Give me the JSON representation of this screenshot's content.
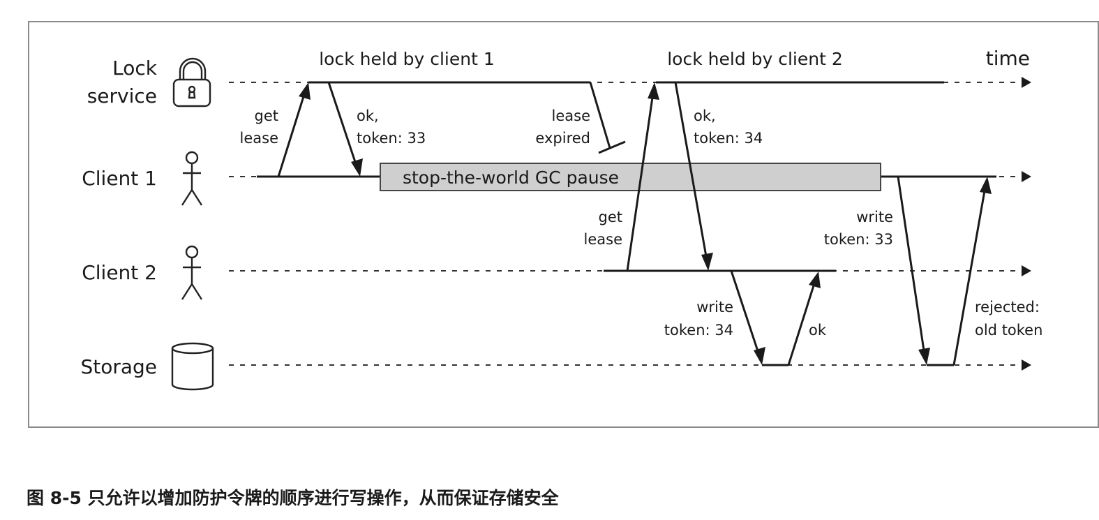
{
  "lanes": {
    "lock_line1": "Lock",
    "lock_line2": "service",
    "client1": "Client 1",
    "client2": "Client 2",
    "storage": "Storage"
  },
  "time_label": "time",
  "periods": {
    "client1": "lock held by client 1",
    "client2": "lock held by client 2"
  },
  "gc_pause": "stop-the-world GC pause",
  "messages": {
    "get_lease_1": [
      "get",
      "lease"
    ],
    "ok_token_33": [
      "ok,",
      "token: 33"
    ],
    "lease_expired": [
      "lease",
      "expired"
    ],
    "ok_token_34": [
      "ok,",
      "token: 34"
    ],
    "get_lease_2": [
      "get",
      "lease"
    ],
    "write_token_34": [
      "write",
      "token: 34"
    ],
    "ok": "ok",
    "write_token_33": [
      "write",
      "token: 33"
    ],
    "rejected": [
      "rejected:",
      "old token"
    ]
  },
  "icons": {
    "lock_service": "padlock-icon",
    "client1": "stick-figure-icon",
    "client2": "stick-figure-icon",
    "storage": "database-cylinder-icon"
  },
  "caption": "图 8-5 只允许以增加防护令牌的顺序进行写操作，从而保证存储安全"
}
